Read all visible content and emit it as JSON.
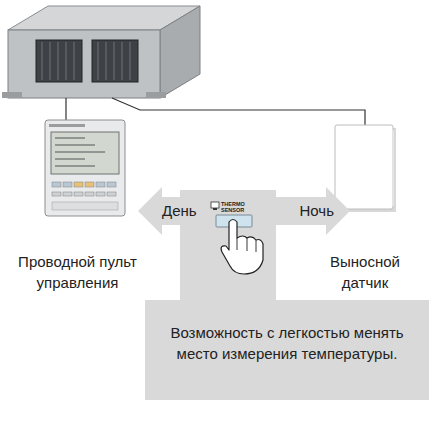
{
  "diagram": {
    "nodes": [
      {
        "text": [
          "Проводной пульт управления"
        ]
      },
      {
        "text": [
          "Выносной датчик"
        ]
      },
      {
        "text": [
          "День",
          "Ночь"
        ]
      },
      {
        "text": [
          "Возможность с легкостью менять место измерения температуры."
        ]
      }
    ],
    "labels": [
      "THERMO SENSOR"
    ]
  }
}
